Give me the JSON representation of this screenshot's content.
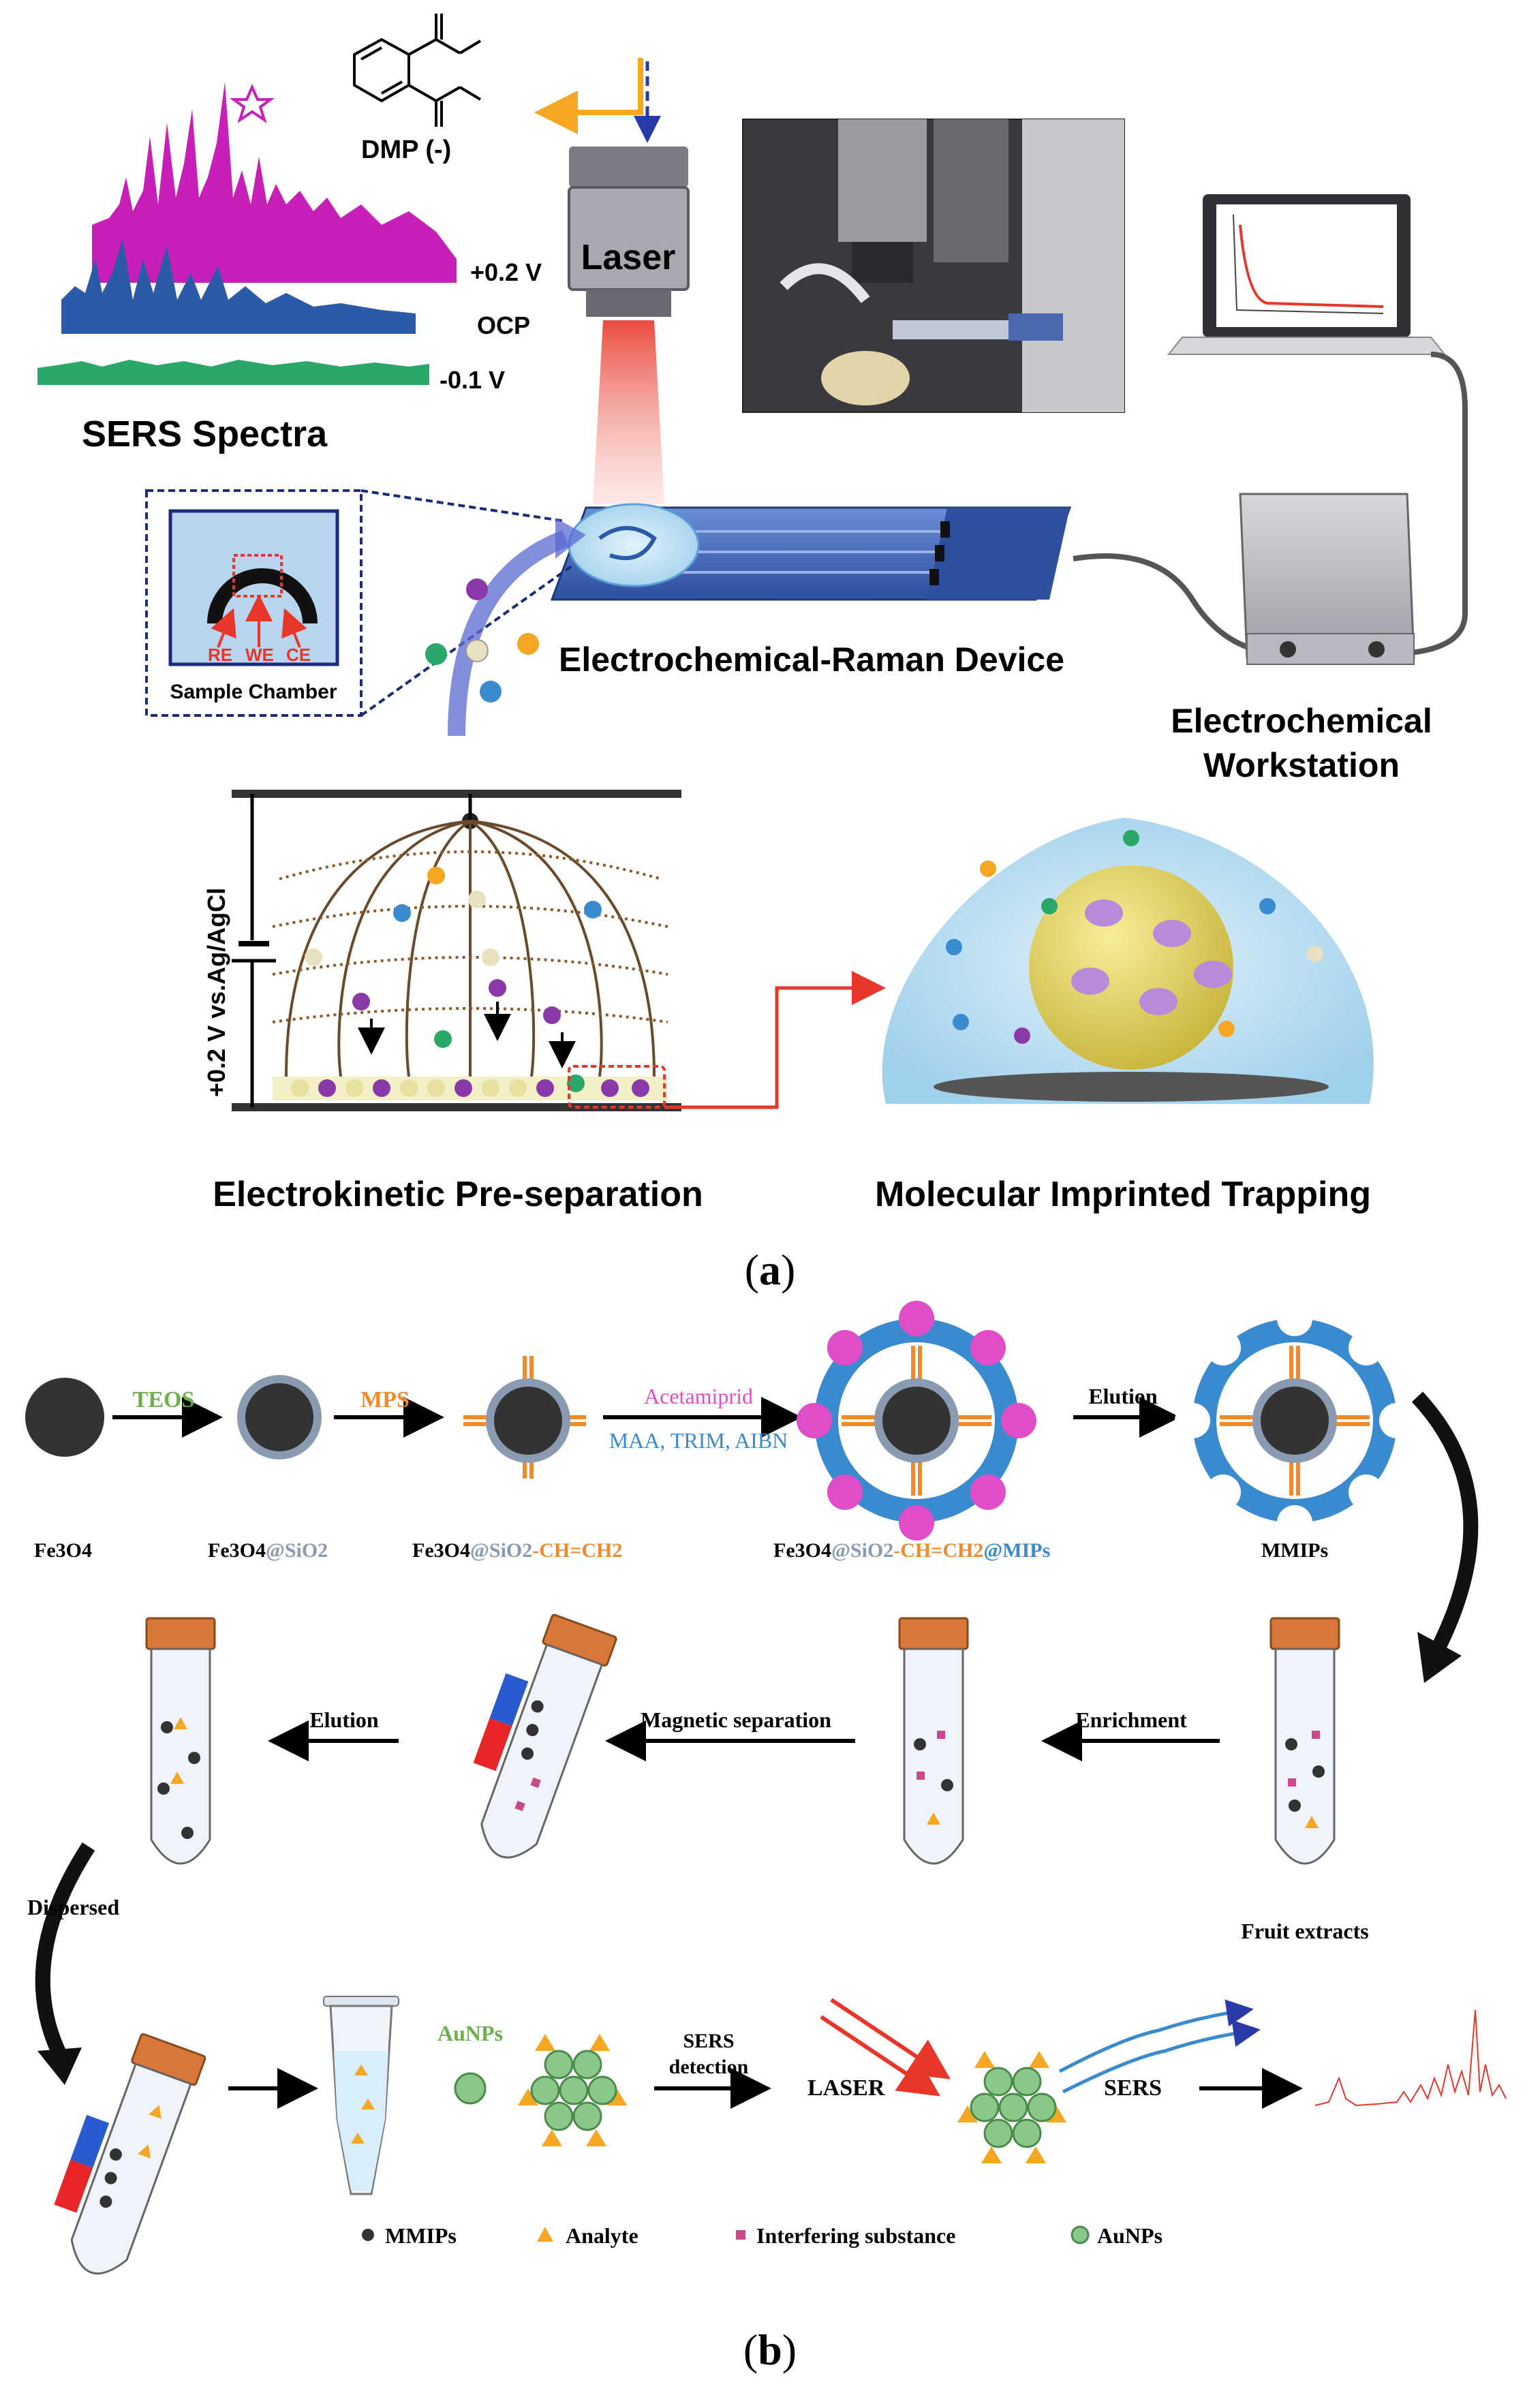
{
  "panel_a": {
    "label_prefix": "(",
    "label_letter": "a",
    "label_suffix": ")",
    "molecule_label": "DMP (-)",
    "laser_label": "Laser",
    "spectra_title": "SERS Spectra",
    "spectrum_labels": [
      "+0.2 V",
      "OCP",
      "-0.1 V"
    ],
    "device_label": "Electrochemical-Raman Device",
    "workstation_label_line1": "Electrochemical",
    "workstation_label_line2": "Workstation",
    "sample_chamber_label": "Sample Chamber",
    "electrode_labels": [
      "RE",
      "WE",
      "CE"
    ],
    "voltage_axis_label": "+0.2 V vs.Ag/AgCl",
    "preseparation_label": "Electrokinetic Pre-separation",
    "trapping_label": "Molecular Imprinted Trapping"
  },
  "panel_b": {
    "label_prefix": "(",
    "label_letter": "b",
    "label_suffix": ")",
    "reagents": {
      "teos": "TEOS",
      "mps": "MPS",
      "acetamiprid": "Acetamiprid",
      "maa": "MAA, TRIM, AIBN",
      "elution_top": "Elution"
    },
    "species": {
      "fe3o4": "Fe3O4",
      "fe3o4_sio2_a": "Fe3O4",
      "fe3o4_sio2_b": "@SiO2",
      "vinyl_a": "Fe3O4",
      "vinyl_b": "@SiO2",
      "vinyl_c": "-CH=CH2",
      "mip_a": "Fe3O4",
      "mip_b": "@SiO2",
      "mip_c": "-CH=CH2",
      "mip_d": "@MIPs",
      "mmips": "MMIPs"
    },
    "steps": {
      "elution": "Elution",
      "magnetic_separation": "Magnetic separation",
      "enrichment": "Enrichment",
      "fruit_extracts": "Fruit extracts",
      "dispersed": "Dispersed",
      "aunps": "AuNPs",
      "sers_detection_1": "SERS",
      "sers_detection_2": "detection",
      "laser": "LASER",
      "sers": "SERS"
    },
    "legend": [
      "MMIPs",
      "Analyte",
      "Interfering substance",
      "AuNPs"
    ]
  },
  "colors": {
    "magenta_spectrum": "#c81fb8",
    "blue_spectrum": "#2a5aa8",
    "green_spectrum": "#2aa86a",
    "orange_arrow": "#f5a623",
    "laser_red": "#e8362a",
    "teos_green": "#6ab04c",
    "mps_orange": "#f08a2a",
    "acetamiprid_pink": "#e04dc8",
    "mip_blue": "#3a8ad0",
    "tube_cap": "#d9773a"
  }
}
